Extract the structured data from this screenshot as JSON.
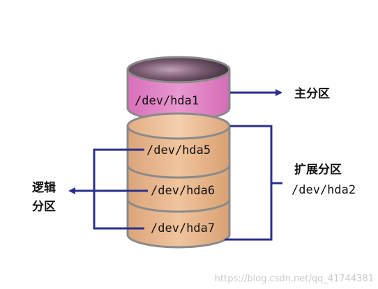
{
  "partitions": {
    "primary": {
      "device": "/dev/hda1",
      "label": "主分区"
    },
    "extended": {
      "label": "扩展分区",
      "device": "/dev/hda2"
    },
    "logical": {
      "label_line1": "逻辑",
      "label_line2": "分区",
      "items": [
        "/dev/hda5",
        "/dev/hda6",
        "/dev/hda7"
      ]
    }
  },
  "watermark": "https://blog.csdn.net/qq_41744381",
  "colors": {
    "primary_fill": "#e283c6",
    "extended_fill": "#e8b68c",
    "cylinder_outline": "#8a8a8a",
    "arrow": "#2b2f8f"
  }
}
